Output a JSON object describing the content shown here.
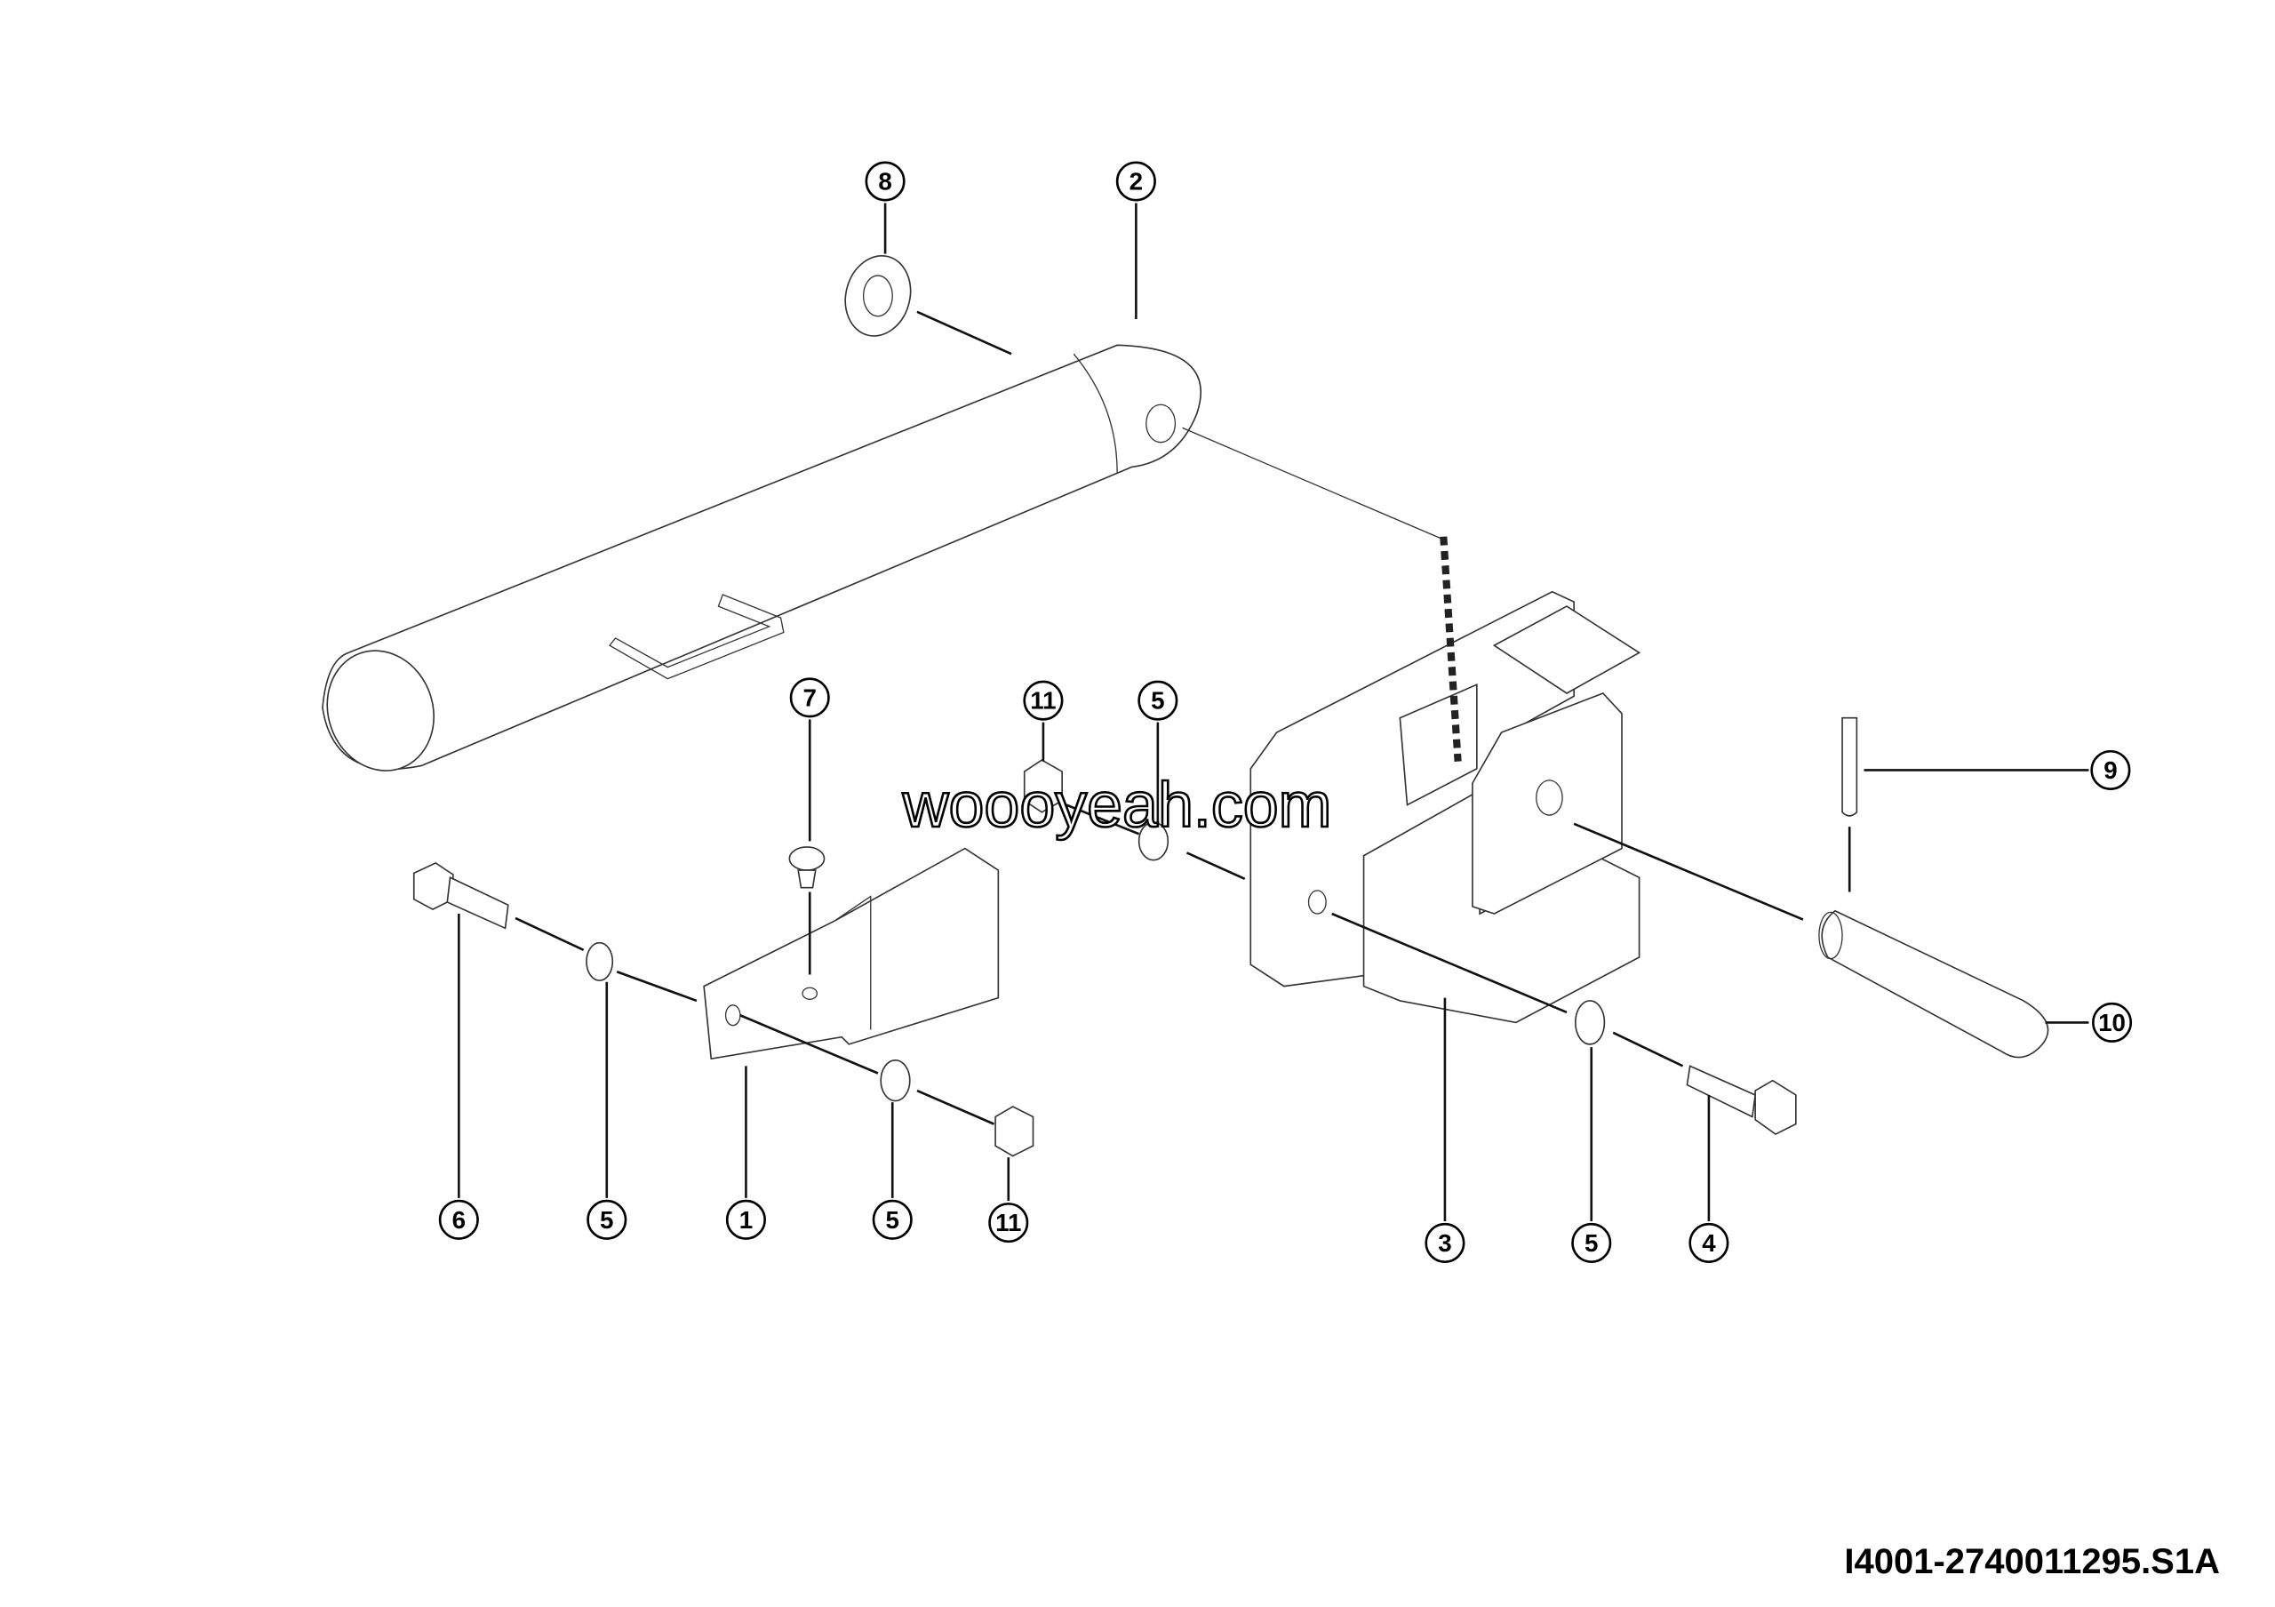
{
  "diagram_code": "I4001-2740011295.S1A",
  "watermark": "woooyeah.com",
  "callouts": [
    "8",
    "2",
    "7",
    "11",
    "5",
    "9",
    "6",
    "5",
    "1",
    "5",
    "11",
    "3",
    "5",
    "4",
    "10"
  ]
}
